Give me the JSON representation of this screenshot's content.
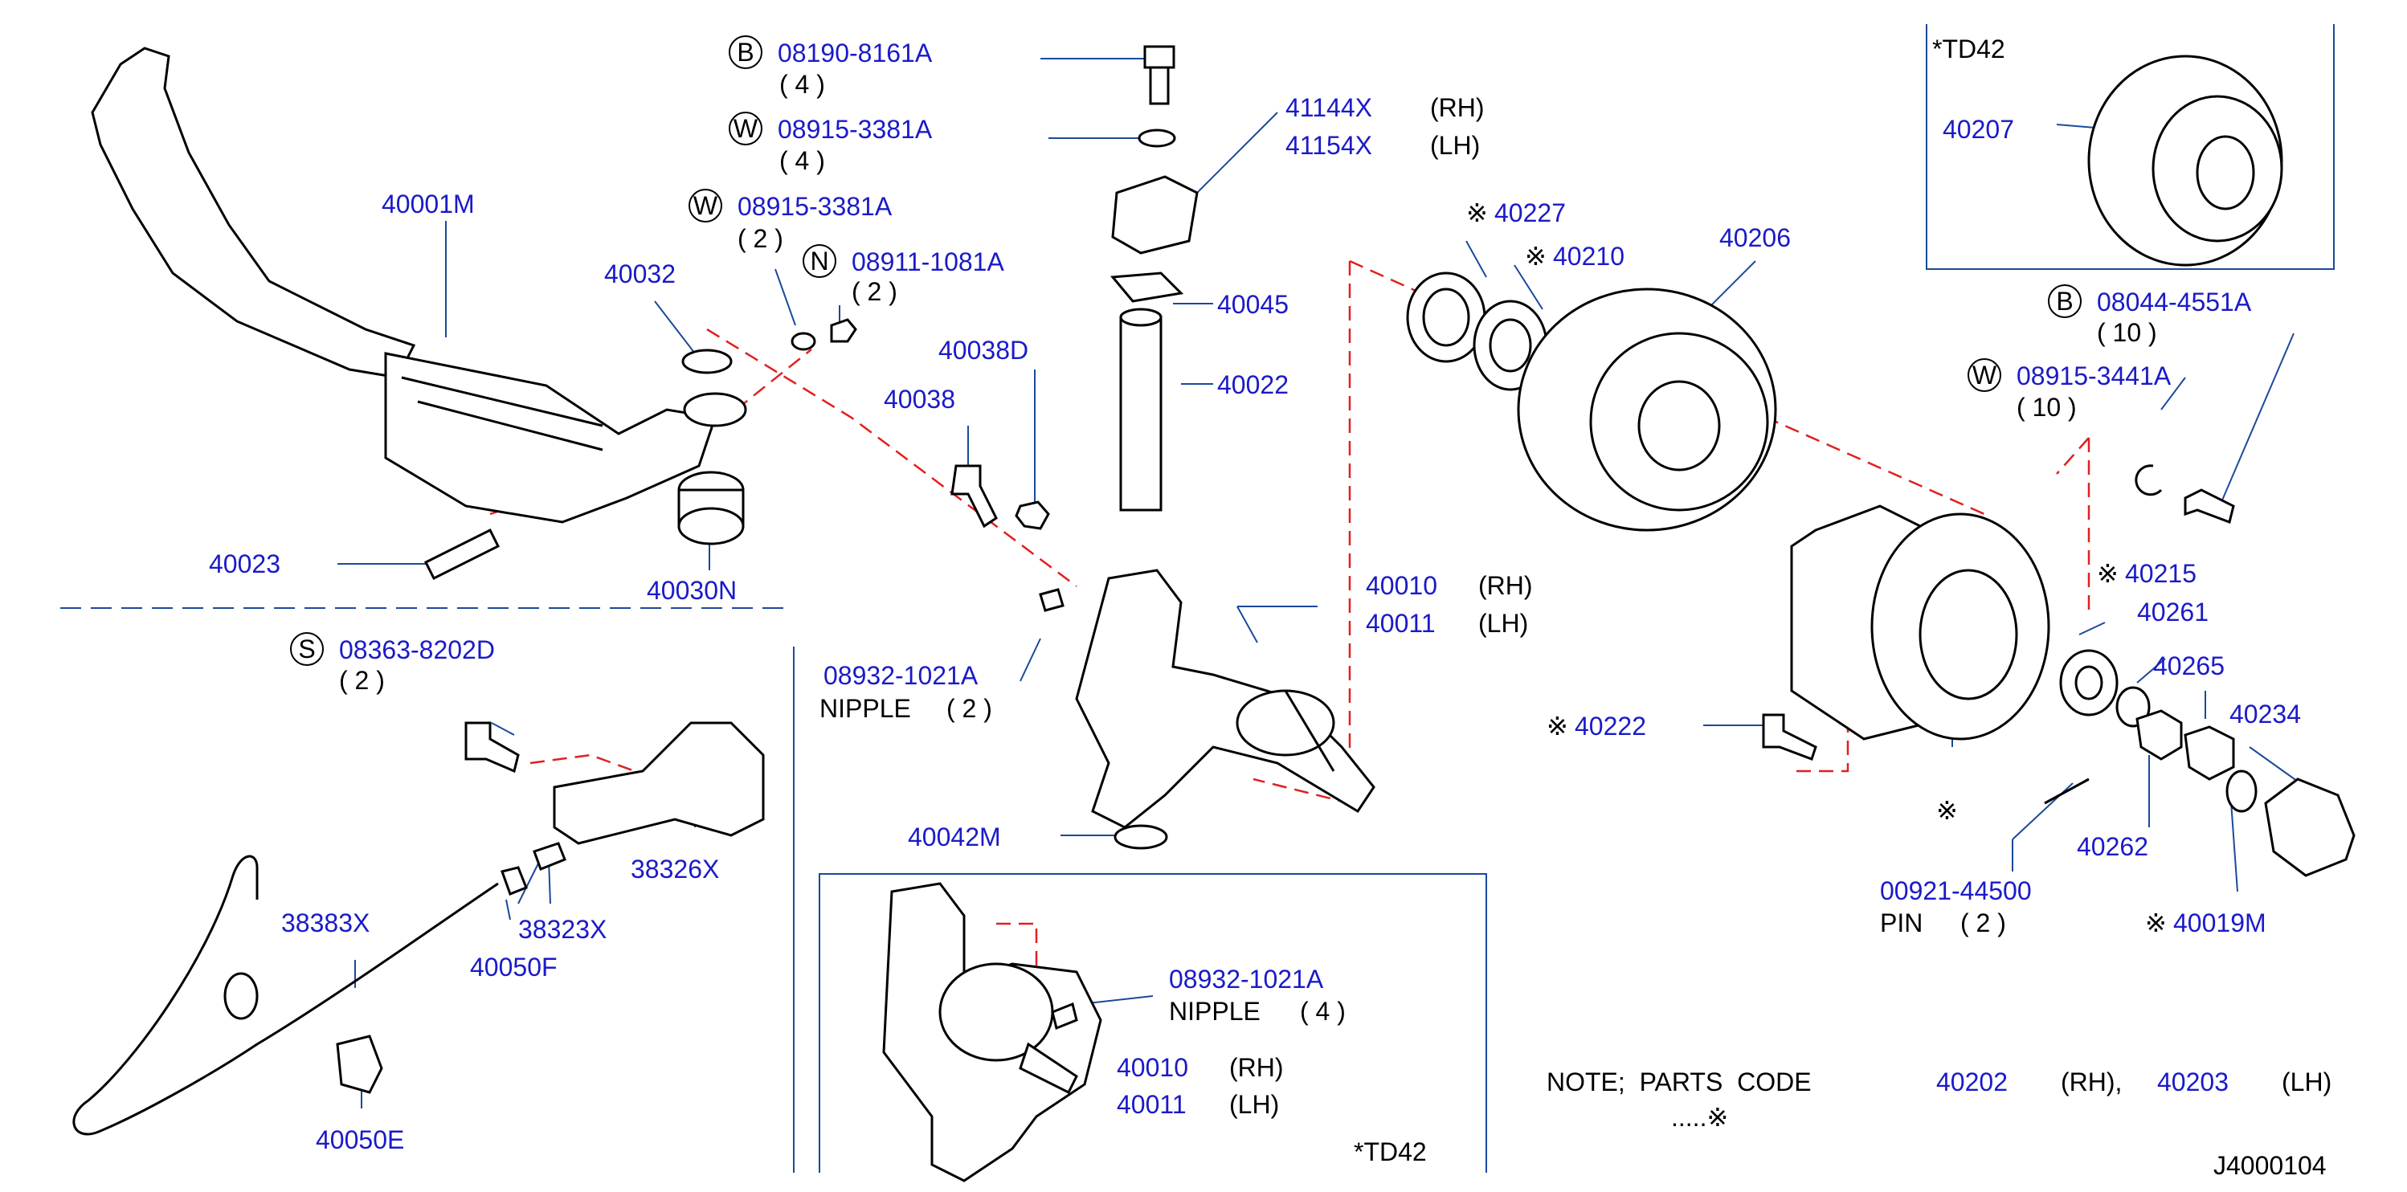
{
  "callouts": {
    "b_08190_8161A": {
      "letter": "B",
      "code": "08190-8161A",
      "qty": "( 4 )"
    },
    "w_08915_3381A_top": {
      "letter": "W",
      "code": "08915-3381A",
      "qty": "( 4 )"
    },
    "w_08915_3381A_mid": {
      "letter": "W",
      "code": "08915-3381A",
      "qty": "( 2 )"
    },
    "n_08911_1081A": {
      "letter": "N",
      "code": "08911-1081A",
      "qty": "( 2 )"
    },
    "s_08363_8202D": {
      "letter": "S",
      "code": "08363-8202D",
      "qty": "( 2 )"
    },
    "b_08044_4551A": {
      "letter": "B",
      "code": "08044-4551A",
      "qty": "( 10 )"
    },
    "w_08915_3441A": {
      "letter": "W",
      "code": "08915-3441A",
      "qty": "( 10 )"
    }
  },
  "parts": {
    "p40001M": "40001M",
    "p40032": "40032",
    "p40023": "40023",
    "p40030N": "40030N",
    "p41144X": "41144X",
    "rh1": "(RH)",
    "p41154X": "41154X",
    "lh1": "(LH)",
    "p40045": "40045",
    "p40022": "40022",
    "p40038D": "40038D",
    "p40038": "40038",
    "p40010a": "40010",
    "rh2": "(RH)",
    "p40011a": "40011",
    "lh2": "(LH)",
    "p08932a": "08932-1021A",
    "nipple_a": "NIPPLE",
    "nipple_a_qty": "( 2 )",
    "p40042M": "40042M",
    "p40227": "40227",
    "p40210": "40210",
    "p40206": "40206",
    "p40215": "40215",
    "p40261": "40261",
    "p40265": "40265",
    "p40234": "40234",
    "p40222": "40222",
    "p40262": "40262",
    "p00921": "00921-44500",
    "pin": "PIN",
    "pin_qty": "( 2 )",
    "p40019M": "40019M",
    "p38326X": "38326X",
    "p38383X": "38383X",
    "p38323X": "38323X",
    "p40050F": "40050F",
    "p40050E": "40050E",
    "p08932b": "08932-1021A",
    "nipple_b": "NIPPLE",
    "nipple_b_qty": "( 4 )",
    "p40010b": "40010",
    "rh3": "(RH)",
    "p40011b": "40011",
    "lh3": "(LH)",
    "p40207": "40207"
  },
  "marks": {
    "kome": "※"
  },
  "variant_td42_top": "*TD42",
  "variant_td42_bottom": "*TD42",
  "note": {
    "prefix": "NOTE;  PARTS  CODE",
    "rh_code": "40202",
    "rh": "(RH),",
    "lh_code": "40203",
    "lh": "(LH)",
    "suffix": ".....※"
  },
  "diagram_id": "J4000104"
}
